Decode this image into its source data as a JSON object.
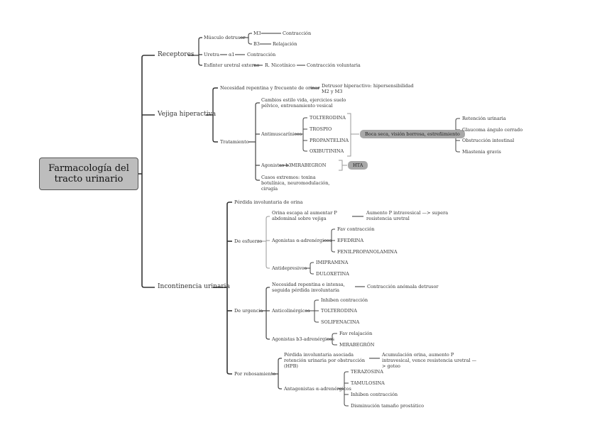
{
  "root": "Farmacología del tracto urinario",
  "receptores": {
    "label": "Receptores",
    "musculo": "Músculo detrusor",
    "m3": "M3",
    "m3_effect": "Contracción",
    "b3": "B3",
    "b3_effect": "Relajación",
    "uretra": "Uretra",
    "alfa1": "α1",
    "alfa1_effect": "Contracción",
    "esfinter": "Esfínter uretral externo",
    "nicotinico": "R. Nicotínico",
    "nicotinico_effect": "Contracción voluntaria"
  },
  "vejiga": {
    "label": "Vejiga hiperactiva",
    "necesidad": "Necesidad repentina y frecuente de orinar",
    "detrusor": "Detrusor hiperactivo: hipersensibilidad M2 y M3",
    "tratamiento": "Tratamiento",
    "cambios": "Cambios estilo vida, ejercicios suelo pélvico, entrenamiento vesical",
    "antimuscarinicos": "Antimuscarínicos",
    "drugs": [
      "TOLTERODINA",
      "TROSPIO",
      "PROPANTELINA",
      "OXIBUTININA"
    ],
    "efectos": "Boca seca, visión borrosa, estreñimiento",
    "contraindicaciones": [
      "Retención urinaria",
      "Glaucoma ángulo cerrado",
      "Obstrucción intestinal",
      "Miastenia gravis"
    ],
    "agonistas_b3": "Agonistas b3",
    "mirabegron": "MIRABEGRON",
    "hta": "HTA",
    "casos": "Casos extremos: toxina botulínica, neuromodulación, cirugía"
  },
  "incontinencia": {
    "label": "Incontinencia urinaria",
    "perdida": "Pérdida involuntaria de orina",
    "esfuerzo": {
      "label": "De esfuerzo",
      "orina": "Orina escapa al aumentar P abdominal sobre vejiga",
      "aumento": "Aumento P intravesical —> supera resistencia uretral",
      "agonistas": "Agonistas α-adrenérgicos",
      "agonistas_items": [
        "Fav contracción",
        "EFEDRINA",
        "FENILPROPANOLAMINA"
      ],
      "antidepresivos": "Antidepresivos",
      "antidepresivos_items": [
        "IMIPRAMINA",
        "DULOXETINA"
      ]
    },
    "urgencia": {
      "label": "De urgencia",
      "necesidad": "Necesidad repentina e intensa, seguida pérdida involuntaria",
      "contraccion": "Contracción anómala detrusor",
      "anticolinergicos": "Anticolinérgicos",
      "anticolinergicos_items": [
        "Inhiben contracción",
        "TOLTERODINA",
        "SOLIFENACINA"
      ],
      "agonistas": "Agonistas b3-adrenérgicos",
      "agonistas_items": [
        "Fav relajación",
        "MIRABEGRÓN"
      ]
    },
    "rebosamiento": {
      "label": "Por rebosamiento",
      "perdida": "Pérdida involuntaria asociada retención urinaria por obstrucción (HPB)",
      "acumulacion": "Acumulación orina, aumento P intravesical, vence resistencia uretral —> goteo",
      "antagonistas": "Antagonistas α-adrenérgicos",
      "antagonistas_items": [
        "TERAZOSINA",
        "TAMULOSINA",
        "Inhiben contracción",
        "Disminución tamaño prostático"
      ]
    }
  }
}
